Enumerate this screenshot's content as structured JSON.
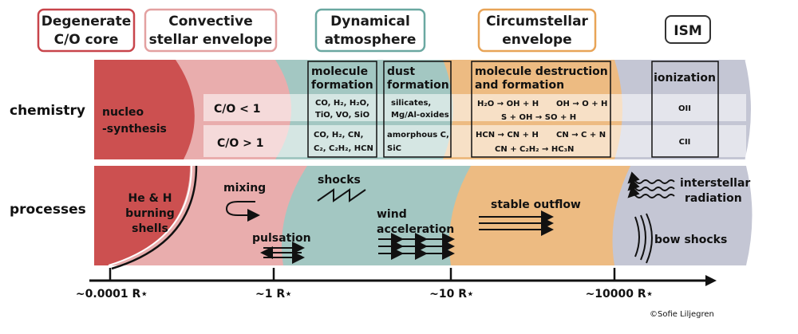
{
  "headers": {
    "degenerate": [
      "Degenerate",
      "C/O core"
    ],
    "convective": [
      "Convective",
      "stellar envelope"
    ],
    "dynamical": [
      "Dynamical",
      "atmosphere"
    ],
    "circumstellar": [
      "Circumstellar",
      "envelope"
    ],
    "ism": "ISM"
  },
  "row_labels": {
    "chemistry": "chemistry",
    "processes": "processes"
  },
  "chemistry": {
    "nucleo": [
      "nucleo",
      "-synthesis"
    ],
    "co_lt": "C/O < 1",
    "co_gt": "C/O > 1",
    "molecule_formation": {
      "title": [
        "molecule",
        "formation"
      ],
      "lt": [
        "CO, H₂, H₂O,",
        "TiO, VO, SiO"
      ],
      "gt": [
        "CO, H₂, CN,",
        "C₂, C₂H₂, HCN"
      ]
    },
    "dust_formation": {
      "title": [
        "dust",
        "formation"
      ],
      "lt": [
        "silicates,",
        "Mg/Al-oxides"
      ],
      "gt": [
        "amorphous C,",
        "SiC"
      ]
    },
    "destruction": {
      "title": [
        "molecule destruction",
        "and formation"
      ],
      "lt": [
        "H₂O → OH + H",
        "OH → O + H",
        "S + OH → SO + H"
      ],
      "gt": [
        "HCN → CN + H",
        "CN → C + N",
        "CN + C₂H₂ → HC₃N"
      ]
    },
    "ionization": {
      "title": "ionization",
      "lt": "OII",
      "gt": "CII"
    }
  },
  "processes": {
    "burning": [
      "He & H",
      "burning",
      "shells"
    ],
    "mixing": "mixing",
    "pulsation": "pulsation",
    "shocks": "shocks",
    "wind": [
      "wind",
      "acceleration"
    ],
    "outflow": "stable outflow",
    "radiation": [
      "interstellar",
      "radiation"
    ],
    "bow": "bow shocks"
  },
  "axis": {
    "ticks": [
      "~0.0001 R⋆",
      "~1 R⋆",
      "~10 R⋆",
      "~10000 R⋆"
    ]
  },
  "credit": "©Sofie Liljegren",
  "colors": {
    "core": "#cc5050",
    "convective": "#e9adad",
    "dynamical": "#a3c7c2",
    "circumstellar": "#edbb82",
    "ism": "#c4c6d4",
    "header_core": "#c8454b",
    "header_convective": "#e3a1a1",
    "header_dynamical": "#6aa8a1",
    "header_circumstellar": "#e8a457"
  }
}
